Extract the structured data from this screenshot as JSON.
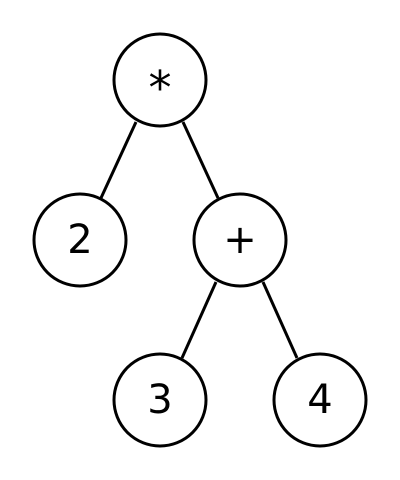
{
  "tree": {
    "root": {
      "label": "*",
      "left": {
        "label": "2"
      },
      "right": {
        "label": "+",
        "left": {
          "label": "3"
        },
        "right": {
          "label": "4"
        }
      }
    }
  },
  "colors": {
    "stroke": "#000000",
    "fill": "#ffffff",
    "background": "#ffffff"
  }
}
